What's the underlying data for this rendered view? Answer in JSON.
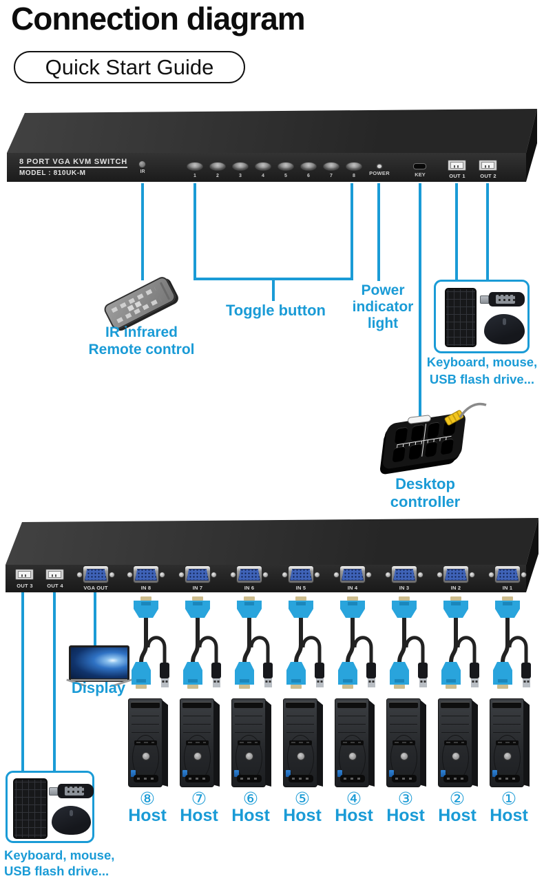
{
  "colors": {
    "accent": "#1A9BD6"
  },
  "header": {
    "title": "Connection diagram",
    "subtitle": "Quick Start Guide"
  },
  "front_panel": {
    "name": "8 PORT VGA KVM SWITCH",
    "model": "MODEL : 810UK-M",
    "ir_label": "IR",
    "buttons": [
      "1",
      "2",
      "3",
      "4",
      "5",
      "6",
      "7",
      "8"
    ],
    "power_label": "POWER",
    "key_label": "KEY",
    "out1_label": "OUT 1",
    "out2_label": "OUT 2"
  },
  "rear_panel": {
    "out3_label": "OUT 3",
    "out4_label": "OUT 4",
    "vga_out_label": "VGA OUT",
    "inputs": [
      "IN 8",
      "IN 7",
      "IN 6",
      "IN 5",
      "IN 4",
      "IN 3",
      "IN 2",
      "IN 1"
    ]
  },
  "callouts": {
    "ir_remote_line1": "IR infrared",
    "ir_remote_line2": "Remote control",
    "toggle_button": "Toggle button",
    "power_line1": "Power",
    "power_line2": "indicator",
    "power_line3": "light",
    "keyboard_top_line1": "Keyboard, mouse,",
    "keyboard_top_line2": "USB flash drive...",
    "desktop_line1": "Desktop",
    "desktop_line2": "controller",
    "display": "Display",
    "keyboard_bottom_line1": "Keyboard, mouse,",
    "keyboard_bottom_line2": "USB flash drive..."
  },
  "hosts": [
    {
      "num": "⑧",
      "label": "Host"
    },
    {
      "num": "⑦",
      "label": "Host"
    },
    {
      "num": "⑥",
      "label": "Host"
    },
    {
      "num": "⑤",
      "label": "Host"
    },
    {
      "num": "④",
      "label": "Host"
    },
    {
      "num": "③",
      "label": "Host"
    },
    {
      "num": "②",
      "label": "Host"
    },
    {
      "num": "①",
      "label": "Host"
    }
  ]
}
